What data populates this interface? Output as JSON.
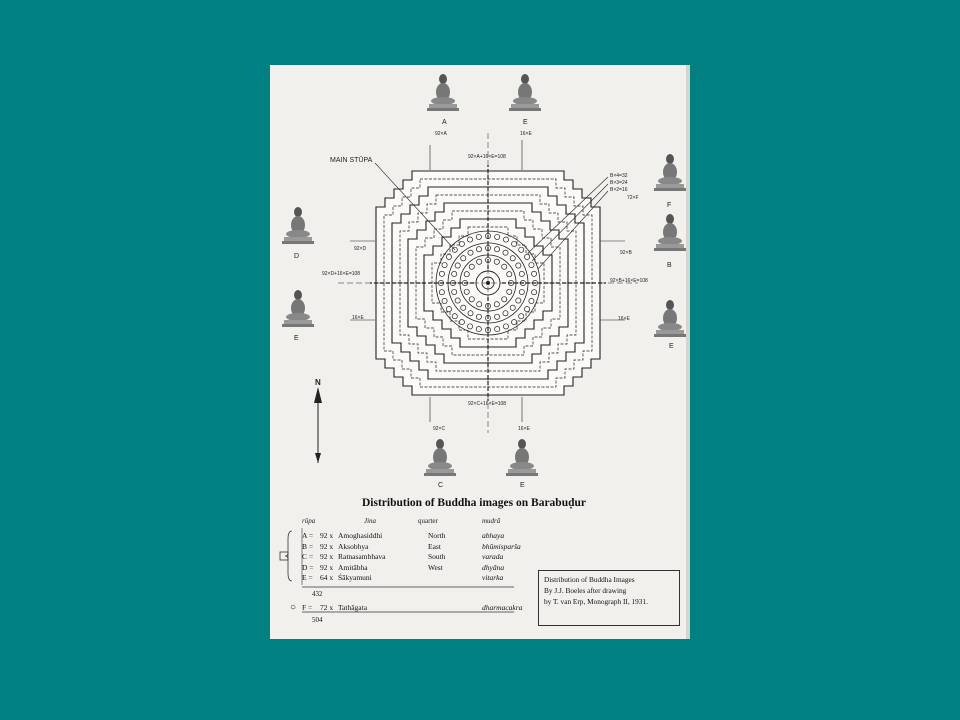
{
  "diagram": {
    "main_stupa_label": "MAIN STŪPA",
    "statue_letters": {
      "top_left": "A",
      "top_right": "E",
      "left_upper": "D",
      "left_lower": "E",
      "right_upper_F": "F",
      "right_upper_B": "B",
      "right_lower": "E",
      "bottom_left": "C",
      "bottom_right": "E"
    },
    "annotations": {
      "top_a": "92×A",
      "top_e": "16×E",
      "top_sum": "92×A+16×E=108",
      "left_d": "92×D",
      "left_sum": "92×D+16×E=108",
      "left_e": "16×E",
      "right_b": "92×B",
      "right_sum": "92×B+16×E=108",
      "right_e": "16×E",
      "bottom_c": "92×C",
      "bottom_e": "16×E",
      "bottom_sum": "92×C+16×E=108",
      "ring1": "B×4=32",
      "ring2": "B×3=24",
      "ring3": "B×2=16",
      "ring_total": "72×F"
    },
    "compass": "N"
  },
  "caption": "Distribution of Buddha images on Barabuḍur",
  "table": {
    "headers": {
      "rupa": "rūpa",
      "jina": "Jina",
      "quarter": "quarter",
      "mudra": "mudrā"
    },
    "rows": [
      {
        "letter": "A =",
        "count": "92 x",
        "jina": "Amoghasiddhi",
        "quarter": "North",
        "mudra": "abhaya"
      },
      {
        "letter": "B =",
        "count": "92 x",
        "jina": "Aksobhya",
        "quarter": "East",
        "mudra": "bhūmisparša"
      },
      {
        "letter": "C =",
        "count": "92 x",
        "jina": "Ratnasambhava",
        "quarter": "South",
        "mudra": "varada"
      },
      {
        "letter": "D =",
        "count": "92 x",
        "jina": "Amitābha",
        "quarter": "West",
        "mudra": "dhyāna"
      },
      {
        "letter": "E =",
        "count": "64 x",
        "jina": "Śākyamuni",
        "quarter": "",
        "mudra": "vitarka"
      }
    ],
    "subtotal": "432",
    "f_row": {
      "letter": "F =",
      "count": "72 x",
      "jina": "Tathāgata",
      "mudra": "dharmacakra"
    },
    "total": "504"
  },
  "credit": {
    "line1": "Distribution of Buddha Images",
    "line2": "By J.J. Boeles after drawing",
    "line3": "by T. van Erp, Monograph II, 1931."
  }
}
